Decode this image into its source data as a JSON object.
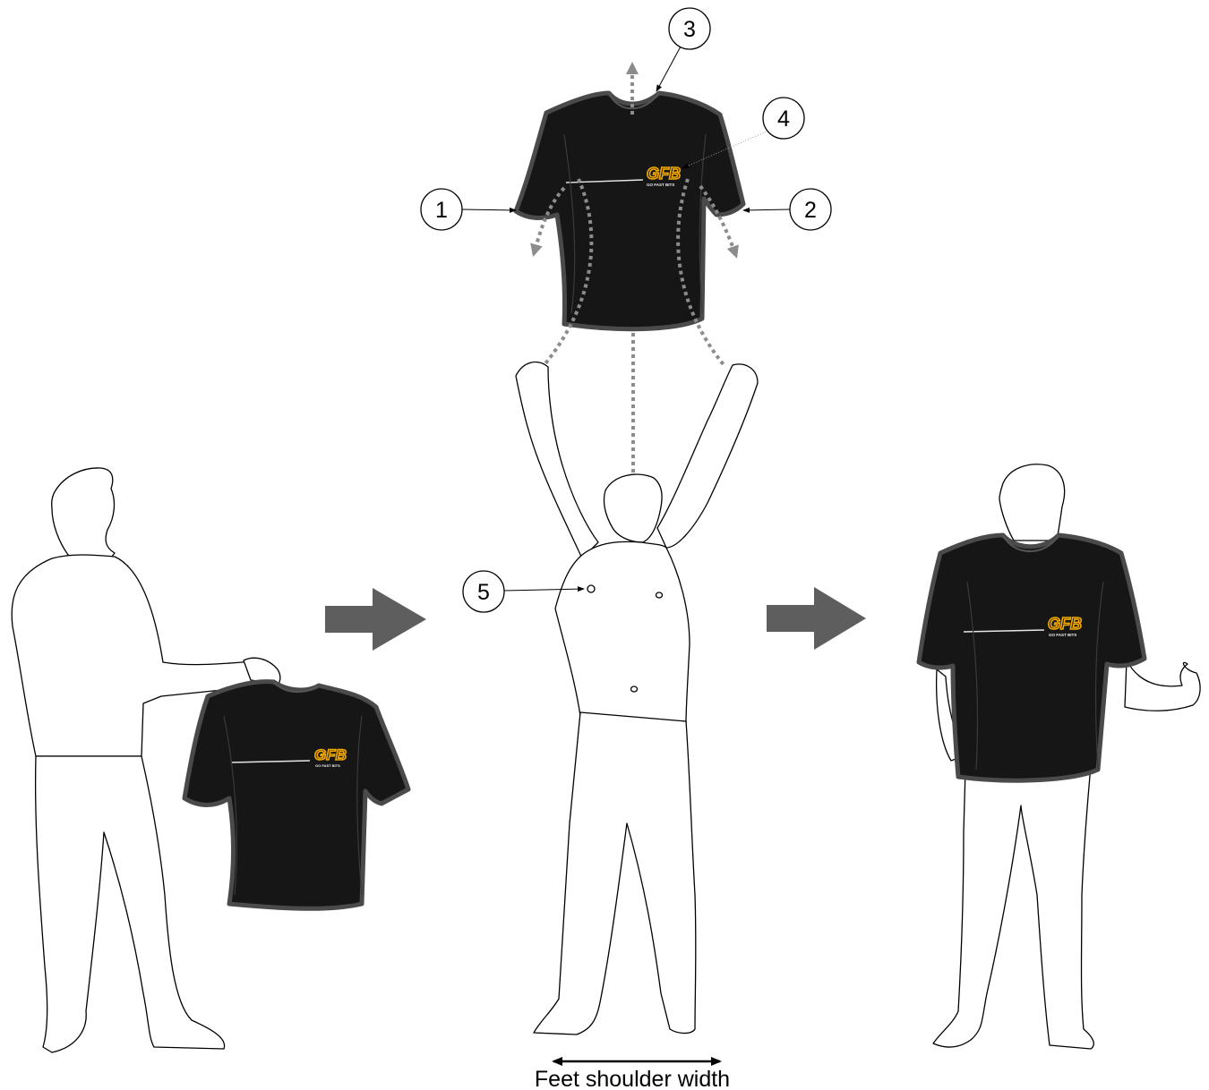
{
  "callouts": [
    "1",
    "2",
    "3",
    "4",
    "5"
  ],
  "caption": "Feet shoulder width",
  "logo": {
    "mark": "GFB",
    "tagline": "GO FAST BITS"
  },
  "colors": {
    "shirt": "#161616",
    "shirt_edge": "#4a4a4a",
    "logo": "#f2a900",
    "arrow": "#5e5e5e",
    "dotted": "#8c8c8c"
  },
  "steps": [
    "person-holding-shirt",
    "person-arms-raised",
    "person-wearing-shirt"
  ]
}
